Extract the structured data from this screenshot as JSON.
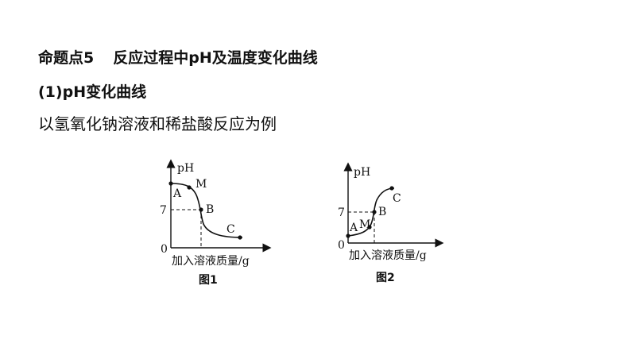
{
  "heading": {
    "number": "命题点5",
    "title": "反应过程中pH及温度变化曲线"
  },
  "subheading": "(1)pH变化曲线",
  "description": "以氢氧化钠溶液和稀盐酸反应为例",
  "figures": [
    {
      "caption": "图1",
      "y_axis_label": "pH",
      "x_axis_label": "加入溶液质量/g",
      "origin_label": "0",
      "ph7_label": "7",
      "points": [
        "A",
        "M",
        "B",
        "C"
      ],
      "trend": "decreasing"
    },
    {
      "caption": "图2",
      "y_axis_label": "pH",
      "x_axis_label": "加入溶液质量/g",
      "origin_label": "0",
      "ph7_label": "7",
      "points": [
        "A",
        "M",
        "B",
        "C"
      ],
      "trend": "increasing"
    }
  ]
}
